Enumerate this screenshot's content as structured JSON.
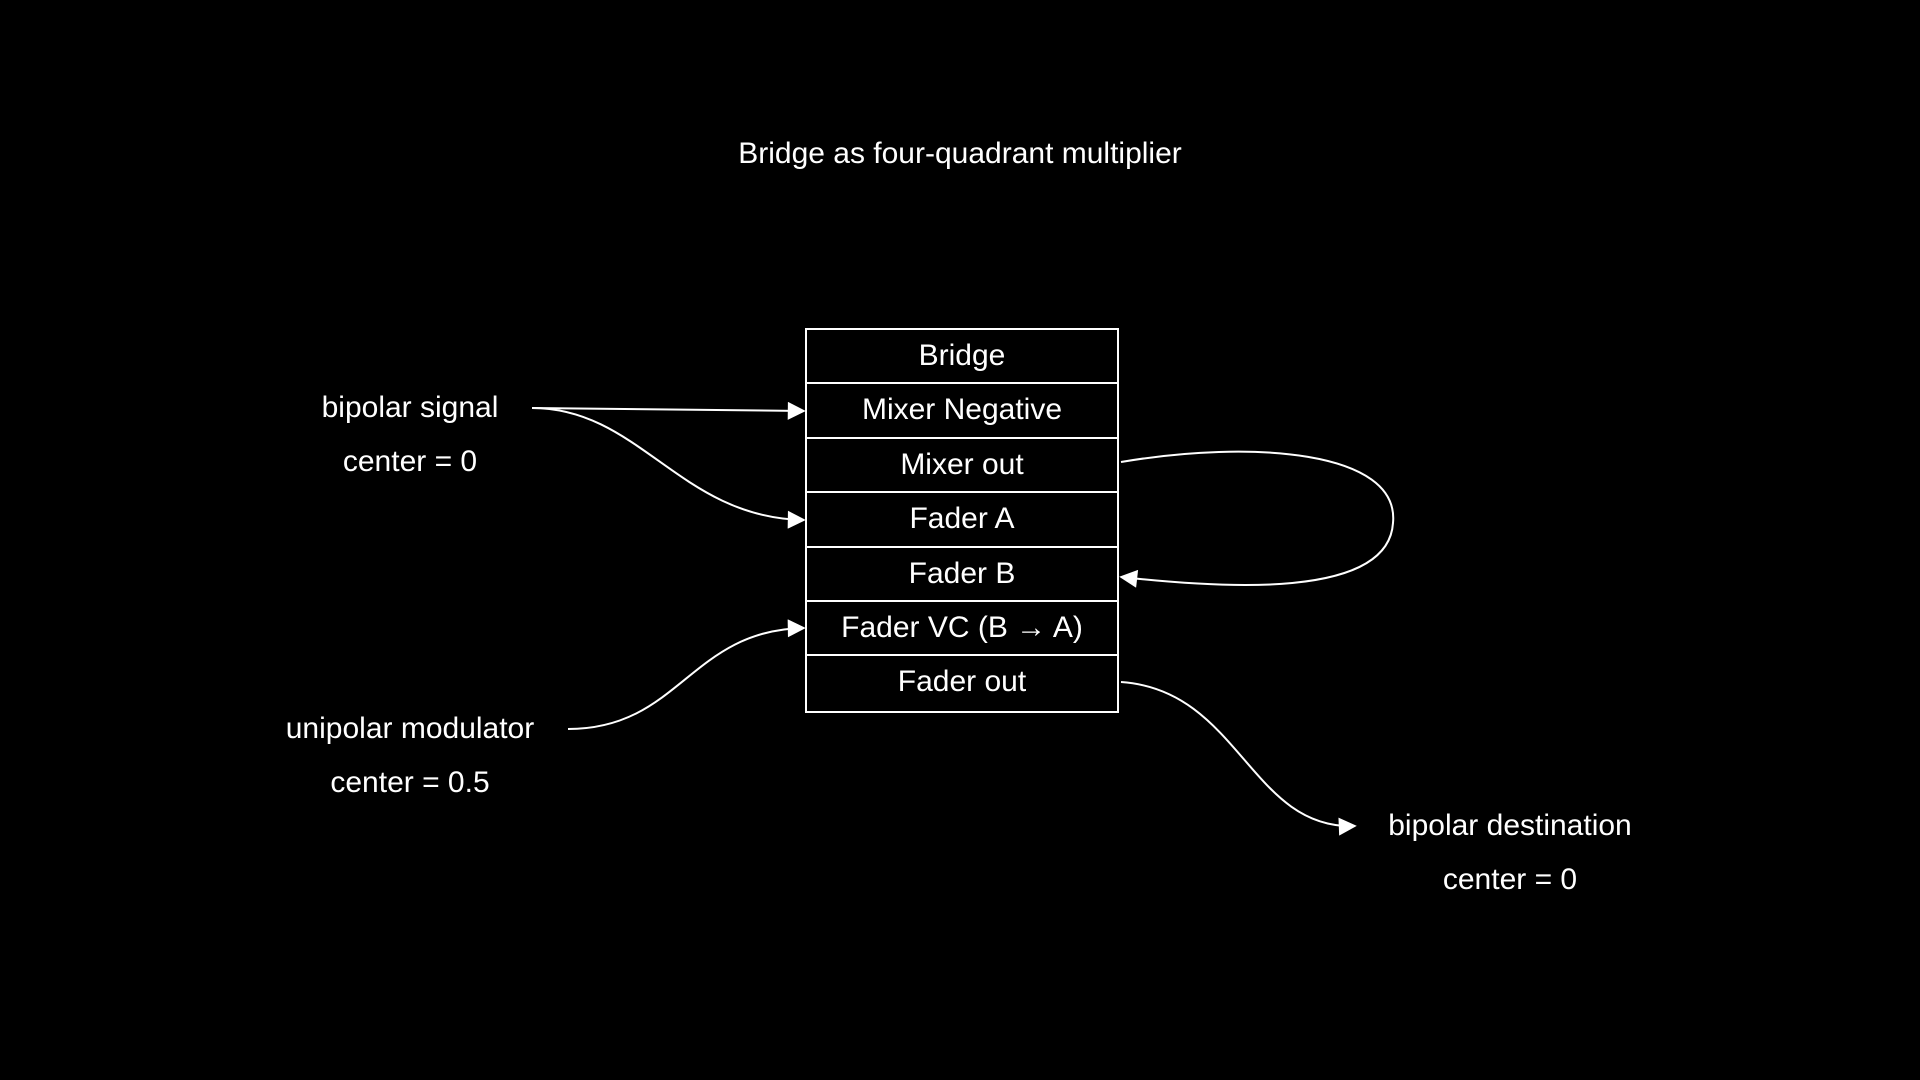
{
  "diagram": {
    "title": "Bridge as four-quadrant multiplier",
    "module": {
      "rows": [
        "Bridge",
        "Mixer Negative",
        "Mixer out",
        "Fader A",
        "Fader B",
        "Fader VC (B → A)",
        "Fader out"
      ]
    },
    "inputs": {
      "bipolar_signal": {
        "name": "bipolar signal",
        "center": "center = 0"
      },
      "unipolar_modulator": {
        "name": "unipolar modulator",
        "center": "center = 0.5"
      }
    },
    "outputs": {
      "bipolar_destination": {
        "name": "bipolar destination",
        "center": "center = 0"
      }
    },
    "colors": {
      "background": "#000000",
      "foreground": "#ffffff"
    }
  }
}
